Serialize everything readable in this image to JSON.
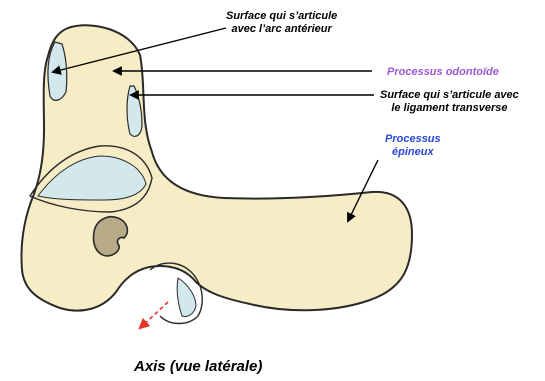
{
  "labels": {
    "arc_anterieur": {
      "line1": "Surface qui s’articule",
      "line2": "avec l’arc antérieur"
    },
    "odontoide": "Processus odontoïde",
    "ligament_transverse": {
      "line1": "Surface qui s’articule avec",
      "line2": "le ligament transverse"
    },
    "epineux": {
      "line1": "Processus",
      "line2": "épineux"
    }
  },
  "caption": "Axis (vue latérale)",
  "colors": {
    "bone_fill": "#f6edc7",
    "outline": "#2a2a2a",
    "articular_surface": "#d3e8ec",
    "foramen": "#b8ab8a",
    "odontoide_label": "#9b59d6",
    "epineux_label": "#2a47d8",
    "dashed_arrow": "#e8352a"
  }
}
